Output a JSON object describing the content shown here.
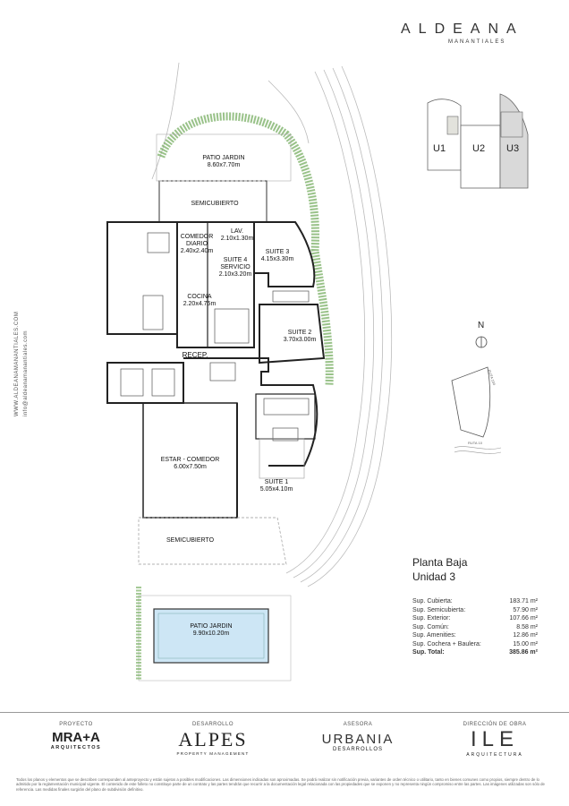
{
  "brand": {
    "name": "ALDEANA",
    "sub": "MANANTIALES"
  },
  "side": {
    "web": "WWW.ALDEANAMANANTIALES.COM",
    "email": "info@aldeanamanantiales.com"
  },
  "key_plan": {
    "units": [
      "U1",
      "U2",
      "U3"
    ],
    "north": "N",
    "site_labels": [
      "RUTA 10",
      "RUTA 104"
    ]
  },
  "rooms": {
    "patio_top": "PATIO JARDIN",
    "patio_top_dim": "8.60x7.70m",
    "semi_top": "SEMICUBIERTO",
    "comedor": "COMEDOR",
    "comedor2": "DIARIO",
    "comedor_dim": "2.40x2.40m",
    "lav": "LAV.",
    "lav_dim": "2.10x1.30m",
    "suite4": "SUITE 4",
    "suite4b": "SERVICIO",
    "suite4_dim": "2.10x3.20m",
    "suite3": "SUITE 3",
    "suite3_dim": "4.15x3.30m",
    "cocina": "COCINA",
    "cocina_dim": "2.20x4.75m",
    "suite2": "SUITE 2",
    "suite2_dim": "3.70x3.00m",
    "recep": "RECEP.",
    "estar": "ESTAR - COMEDOR",
    "estar_dim": "6.00x7.50m",
    "suite1": "SUITE 1",
    "suite1_dim": "5.05x4.10m",
    "semi_bottom": "SEMICUBIERTO",
    "patio_bottom": "PATIO JARDIN",
    "patio_bottom_dim": "9.90x10.20m"
  },
  "title": {
    "line1": "Planta Baja",
    "line2": "Unidad 3"
  },
  "areas": [
    {
      "label": "Sup. Cubierta:",
      "value": "183.71 m²"
    },
    {
      "label": "Sup. Semicubierta:",
      "value": "57.90 m²"
    },
    {
      "label": "Sup. Exterior:",
      "value": "107.66 m²"
    },
    {
      "label": "Sup. Común:",
      "value": "8.58 m²"
    },
    {
      "label": "Sup. Amenities:",
      "value": "12.86 m²"
    },
    {
      "label": "Sup. Cochera + Baulera:",
      "value": "15.00 m²"
    }
  ],
  "area_total": {
    "label": "Sup. Total:",
    "value": "385.86 m²"
  },
  "footer": {
    "proyecto": {
      "head": "PROYECTO",
      "name": "MRA+A",
      "sub": "ARQUITECTOS"
    },
    "desarrollo": {
      "head": "DESARROLLO",
      "name": "ALPES",
      "sub": "PROPERTY MANAGEMENT"
    },
    "asesora": {
      "head": "ASESORA",
      "name": "URBANIA",
      "sub": "DESARROLLOS"
    },
    "obra": {
      "head": "DIRECCIÓN DE OBRA",
      "name": "ILE",
      "sub": "ARQUITECTURA"
    }
  },
  "disclaimer": "Todos los planos y elementos que se describen corresponden al anteproyecto y están sujetos a posibles modificaciones. Las dimensiones indicadas son aproximadas. Se podrá realizar sin notificación previa, variantes de orden técnico o utilitario, tanto en bienes comunes como propios, siempre dentro de lo admitido por la reglamentación municipal vigente. El contenido de este folleto no constituye parte de un contrato y las partes tendrán que recurrir a la documentación legal relacionada con las propiedades que se exponen y no representa ningún compromiso entre las partes. Las imágenes utilizadas son sólo de referencia. Las medidas finales surgirán del plano de subdivisión definitivo."
}
